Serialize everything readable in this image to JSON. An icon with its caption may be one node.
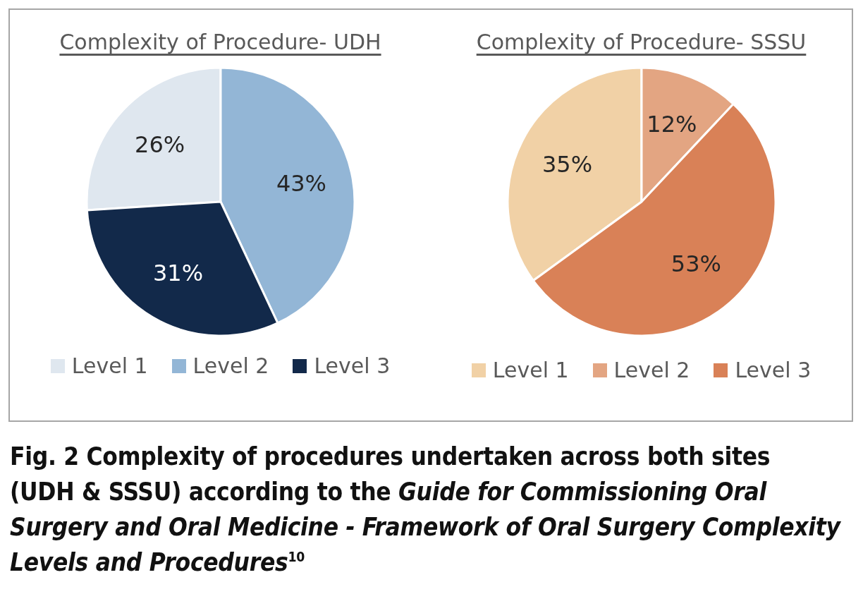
{
  "diagram": {
    "caption": "Fig. 2  Complexity of procedures undertaken across both sites (UDH & SSSU) according to the *Guide for Commissioning Oral Surgery and Oral Medicine - Framework of Oral Surgery Complexity Levels and Procedures*$^{10}$",
    "legend": [
      {
        "text": "Level 1",
        "color": "#dfe7ef"
      },
      {
        "text": "Level 2",
        "color": "#93b6d6"
      },
      {
        "text": "Level 3",
        "color": "#12294a"
      },
      {
        "text": "Level 1",
        "color": "#f1d1a6"
      },
      {
        "text": "Level 2",
        "color": "#e3a582"
      },
      {
        "text": "Level 3",
        "color": "#d98157"
      }
    ],
    "chart_data": [
      {
        "type": "pie",
        "title": "Complexity of Procedure- UDH",
        "values": [
          26,
          43,
          31
        ],
        "value_labels": [
          "26%",
          "43%",
          "31%"
        ]
      },
      {
        "type": "pie",
        "title": "Complexity of Procedure- SSSU",
        "values": [
          35,
          12,
          53
        ],
        "value_labels": [
          "35%",
          "12%",
          "53%"
        ]
      }
    ]
  }
}
